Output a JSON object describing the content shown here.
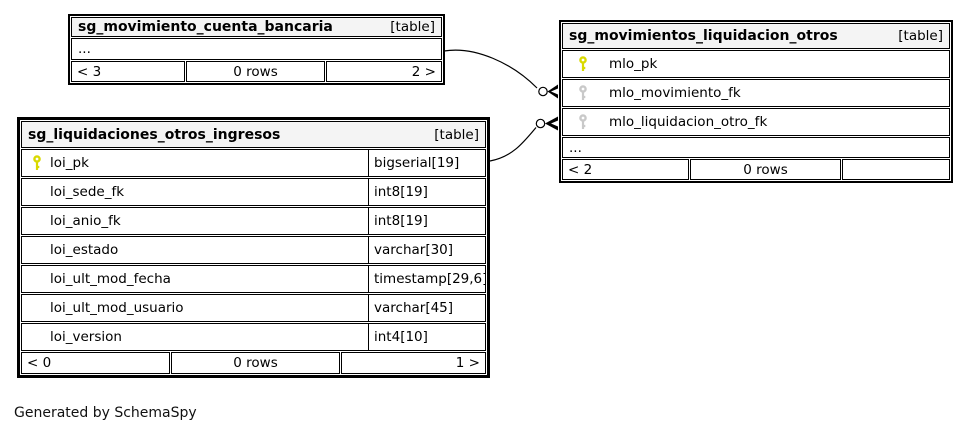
{
  "diagram": {
    "generator_note": "Generated by SchemaSpy",
    "ellipsis": "..."
  },
  "colors": {
    "primary_key": "#d9d900",
    "foreign_key": "#c9c9c9",
    "header_bg": "#f4f4f4",
    "border": "#000000"
  },
  "tables": {
    "mcb": {
      "title": "sg_movimiento_cuenta_bancaria",
      "badge": "[table]",
      "ellipsis": "...",
      "footer": {
        "left": "< 3",
        "center": "0 rows",
        "right": "2 >"
      }
    },
    "mlo": {
      "title": "sg_movimientos_liquidacion_otros",
      "badge": "[table]",
      "columns": [
        {
          "name": "mlo_pk",
          "key": "primary"
        },
        {
          "name": "mlo_movimiento_fk",
          "key": "foreign"
        },
        {
          "name": "mlo_liquidacion_otro_fk",
          "key": "foreign"
        }
      ],
      "ellipsis": "...",
      "footer": {
        "left": "< 2",
        "center": "0 rows",
        "right": ""
      }
    },
    "loi": {
      "title": "sg_liquidaciones_otros_ingresos",
      "badge": "[table]",
      "columns": [
        {
          "name": "loi_pk",
          "type": "bigserial[19]",
          "key": "primary"
        },
        {
          "name": "loi_sede_fk",
          "type": "int8[19]",
          "key": "none"
        },
        {
          "name": "loi_anio_fk",
          "type": "int8[19]",
          "key": "none"
        },
        {
          "name": "loi_estado",
          "type": "varchar[30]",
          "key": "none"
        },
        {
          "name": "loi_ult_mod_fecha",
          "type": "timestamp[29,6]",
          "key": "none"
        },
        {
          "name": "loi_ult_mod_usuario",
          "type": "varchar[45]",
          "key": "none"
        },
        {
          "name": "loi_version",
          "type": "int4[10]",
          "key": "none"
        }
      ],
      "footer": {
        "left": "< 0",
        "center": "0 rows",
        "right": "1 >"
      }
    }
  },
  "relationships": [
    {
      "from_table": "sg_movimiento_cuenta_bancaria",
      "to_table": "sg_movimientos_liquidacion_otros",
      "to_column": "mlo_movimiento_fk",
      "cardinality": "zero-or-many"
    },
    {
      "from_table": "sg_liquidaciones_otros_ingresos",
      "from_column": "loi_pk",
      "to_table": "sg_movimientos_liquidacion_otros",
      "to_column": "mlo_liquidacion_otro_fk",
      "cardinality": "zero-or-many"
    }
  ]
}
